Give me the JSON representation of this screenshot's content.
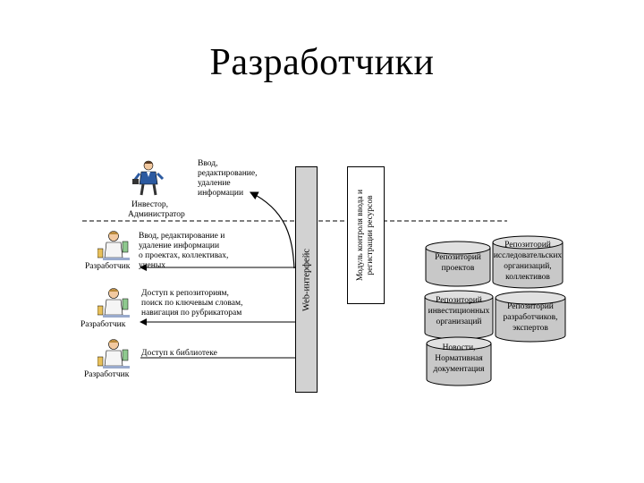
{
  "title": "Разработчики",
  "actors": {
    "investor": {
      "label_line1": "Инвестор,",
      "label_line2": "Администратор",
      "icon": "businessman-icon"
    },
    "developer1": {
      "label": "Разработчик",
      "icon": "scientist-icon"
    },
    "developer2": {
      "label": "Разработчик",
      "icon": "scientist-icon"
    },
    "developer3": {
      "label": "Разработчик",
      "icon": "scientist-icon"
    }
  },
  "actions": {
    "admin_edit": [
      "Ввод,",
      "редактирование,",
      "удаление",
      "информации"
    ],
    "dev_edit": [
      "Ввод, редактирование и",
      "удаление информации",
      "о проектах, коллективах,",
      "ученых"
    ],
    "dev_search": [
      "Доступ к репозиториям,",
      "поиск по ключевым словам,",
      "навигация по рубрикаторам"
    ],
    "dev_library": [
      "Доступ к библиотеке"
    ]
  },
  "bars": {
    "web_interface": "Web-интерфейс",
    "control_module_line1": "Модуль контроля ввода и",
    "control_module_line2": "регистрации ресурсов"
  },
  "repositories": {
    "projects": [
      "Репозиторий",
      "проектов"
    ],
    "investors": [
      "Репозиторий",
      "инвестиционных",
      "организаций"
    ],
    "news": [
      "Новости,",
      "Нормативная",
      "документация"
    ],
    "research": [
      "Репозиторий",
      "исследовательских",
      "организаций,",
      "коллективов"
    ],
    "developers": [
      "Репозиторий",
      "разработчиков,",
      "экспертов"
    ]
  },
  "colors": {
    "cylinder_fill": "#c8c8c8",
    "cylinder_top": "#e0e0e0",
    "bar_fill": "#d2d2d2",
    "line": "#000000"
  }
}
